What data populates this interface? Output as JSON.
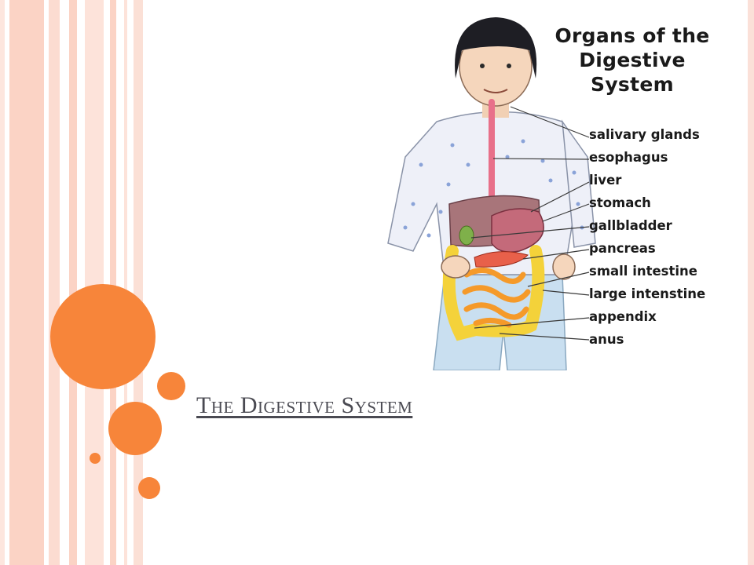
{
  "slide": {
    "title": "The Digestive System"
  },
  "diagram": {
    "title_lines": [
      "Organs of the",
      "Digestive",
      "System"
    ],
    "labels": [
      "salivary glands",
      "esophagus",
      "liver",
      "stomach",
      "gallbladder",
      "pancreas",
      "small intestine",
      "large intenstine",
      "appendix",
      "anus"
    ]
  },
  "colors": {
    "accent_orange": "#f7853a",
    "stripe_pink": "#fbd5c8",
    "title_text": "#4a4a52"
  }
}
